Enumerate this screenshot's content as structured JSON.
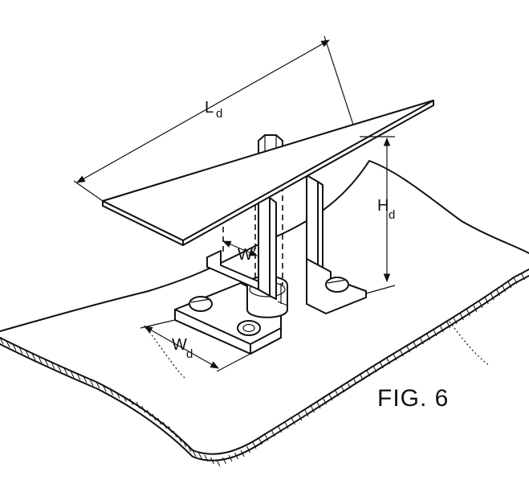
{
  "figure": {
    "caption": "FIG. 6",
    "labels": {
      "length": {
        "main": "L",
        "sub": "d"
      },
      "height": {
        "main": "H",
        "sub": "d"
      },
      "width": {
        "main": "W",
        "sub": "d"
      },
      "inner_width": {
        "main": "W'"
      }
    }
  }
}
